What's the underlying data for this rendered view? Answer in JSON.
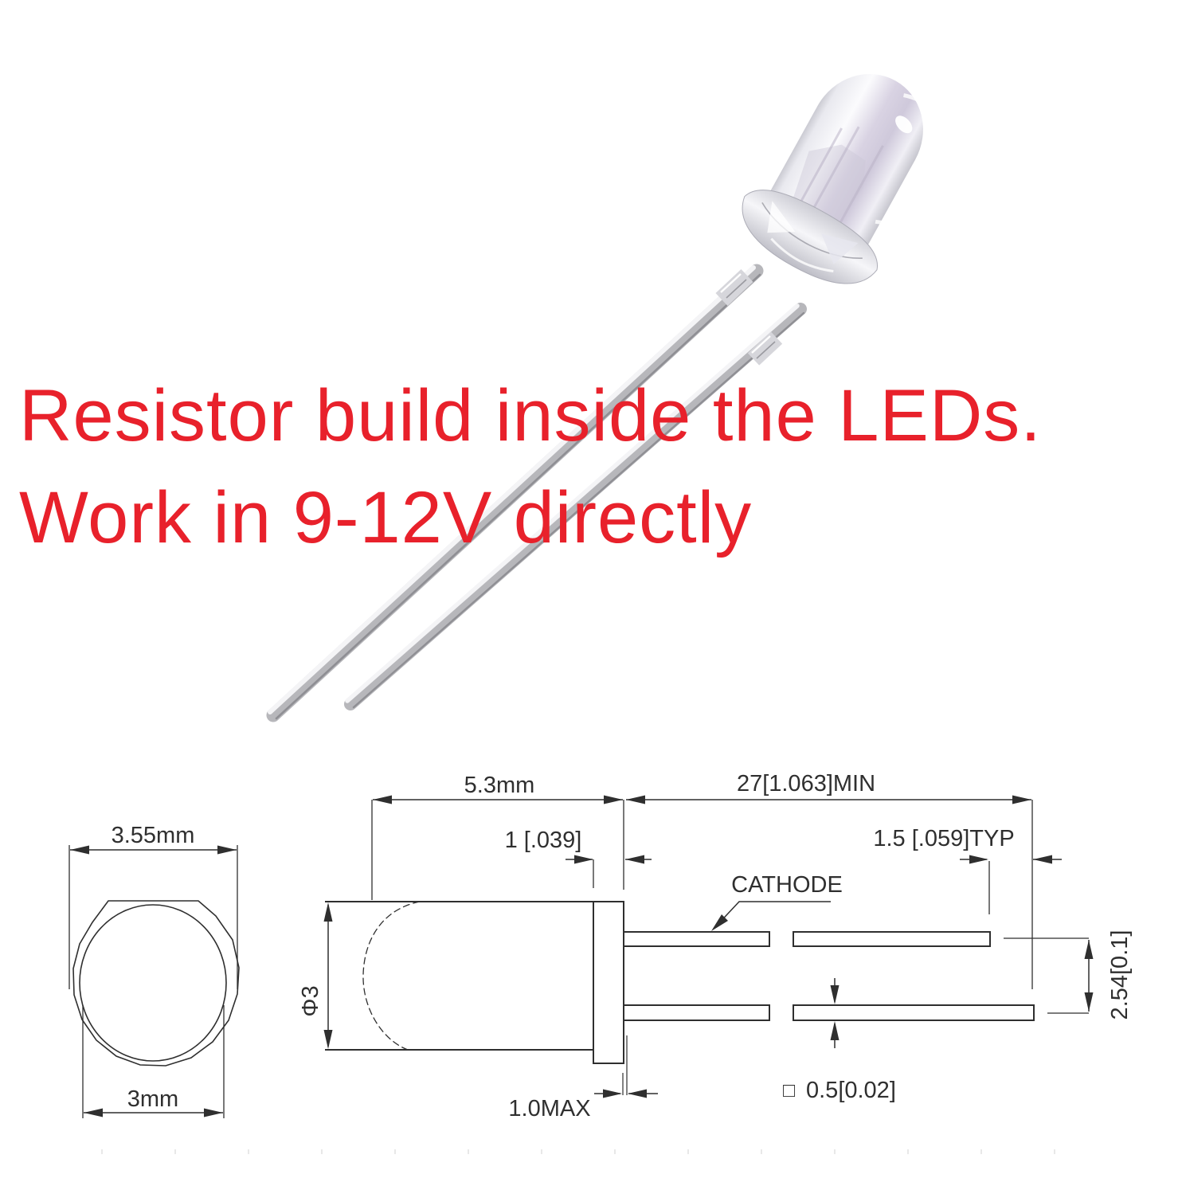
{
  "caption": {
    "line1": "Resistor build inside the LEDs.",
    "line2": "Work in 9-12V directly",
    "color": "#e8212b"
  },
  "diagram": {
    "line_color": "#2f2f2f",
    "top_view": {
      "outer_diameter": "3.55mm",
      "lens_diameter": "3mm"
    },
    "side_view": {
      "body_length": "5.3mm",
      "lead_length": "27[1.063]MIN",
      "flange_width": "1 [.039]",
      "lead_tip_offset": "1.5 [.059]TYP",
      "cathode": "CATHODE",
      "body_diameter": "Φ3",
      "lead_pitch": "2.54[0.1]",
      "standoff": "1.0MAX",
      "square_symbol": "□",
      "lead_cross_section": "0.5[0.02]"
    }
  }
}
